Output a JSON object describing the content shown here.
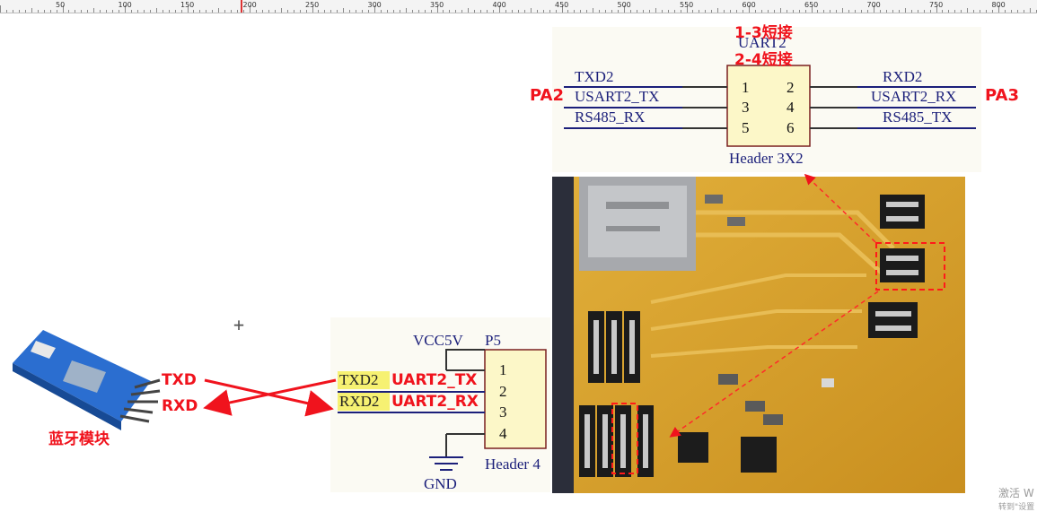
{
  "ruler": {
    "labels": [
      "50",
      "100",
      "150",
      "200",
      "250",
      "300",
      "350",
      "400",
      "450",
      "500",
      "550",
      "600",
      "650",
      "700",
      "750",
      "800"
    ]
  },
  "uart2_block": {
    "title": "UART2",
    "note_1": "1-3短接",
    "note_2": "2-4短接",
    "left_nets": [
      "TXD2",
      "USART2_TX",
      "RS485_RX"
    ],
    "right_nets": [
      "RXD2",
      "USART2_RX",
      "RS485_TX"
    ],
    "pins_left": [
      "1",
      "3",
      "5"
    ],
    "pins_right": [
      "2",
      "4",
      "6"
    ],
    "part": "Header 3X2",
    "pa2": "PA2",
    "pa3": "PA3"
  },
  "p5_block": {
    "vcc": "VCC5V",
    "designator": "P5",
    "txd_net": "TXD2",
    "txd_label": "UART2_TX",
    "rxd_net": "RXD2",
    "rxd_label": "UART2_RX",
    "pins": [
      "1",
      "2",
      "3",
      "4"
    ],
    "part": "Header 4",
    "gnd": "GND"
  },
  "bluetooth": {
    "txd": "TXD",
    "rxd": "RXD",
    "caption": "蓝牙模块"
  },
  "watermark": {
    "line1": "激活 W",
    "line2": "转到\"设置"
  },
  "colors": {
    "schematic_ink": "#1b1f7a",
    "annotation_red": "#f0131d",
    "pcb_yellow": "#d7a02b",
    "highlight": "#f4ef5a"
  }
}
